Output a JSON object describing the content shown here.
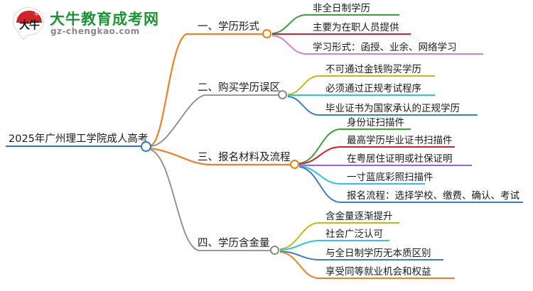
{
  "logo": {
    "mark_text": "大牛",
    "dome_badge": "牛",
    "brand": "大牛教育成考网",
    "domain": "gz-chengkao.com",
    "brand_color": "#1a9434",
    "dome_color": "#d0232b",
    "domain_color": "#8a8a8a"
  },
  "mindmap": {
    "root": {
      "label": "2025年广州理工学院成人高考",
      "node_color": "#2878c8",
      "underline_color": "#2878c8"
    },
    "branches": [
      {
        "label": "一、学历形式",
        "branch_color": "#ed8022",
        "node_color": "#e8820c",
        "leaves": [
          {
            "label": "非全日制学历",
            "color": "#3aa23a"
          },
          {
            "label": "主要为在职人员提供",
            "color": "#d32030"
          },
          {
            "label": "学习形式：函授、业余、网络学习",
            "color": "#e87ac0"
          }
        ]
      },
      {
        "label": "二、购买学历误区",
        "branch_color": "#8b8b8b",
        "node_color": "#8b8b8b",
        "leaves": [
          {
            "label": "不可通过金钱购买学历",
            "color": "#c5b815"
          },
          {
            "label": "必须通过正规考试程序",
            "color": "#2ec4e0"
          },
          {
            "label": "毕业证书为国家承认的正规学历",
            "color": "#3a7fc4"
          }
        ]
      },
      {
        "label": "三、报名材料及流程",
        "branch_color": "#ed8022",
        "node_color": "#e8820c",
        "leaves": [
          {
            "label": "身份证扫描件",
            "color": "#3aa23a"
          },
          {
            "label": "最高学历毕业证书扫描件",
            "color": "#d32030"
          },
          {
            "label": "在粤居住证明或社保证明",
            "color": "#9a62d8"
          },
          {
            "label": "一寸蓝底彩照扫描件",
            "color": "#2ec4e0"
          },
          {
            "label": "报名流程：选择学校、缴费、确认、考试",
            "color": "#3a7fc4"
          }
        ]
      },
      {
        "label": "四、学历含金量",
        "branch_color": "#8b8b8b",
        "node_color": "#8b8b8b",
        "leaves": [
          {
            "label": "含金量逐渐提升",
            "color": "#c5b815"
          },
          {
            "label": "社会广泛认可",
            "color": "#2ec4e0"
          },
          {
            "label": "与全日制学历无本质区别",
            "color": "#3a7fc4"
          },
          {
            "label": "享受同等就业机会和权益",
            "color": "#ed8022"
          }
        ]
      }
    ]
  }
}
